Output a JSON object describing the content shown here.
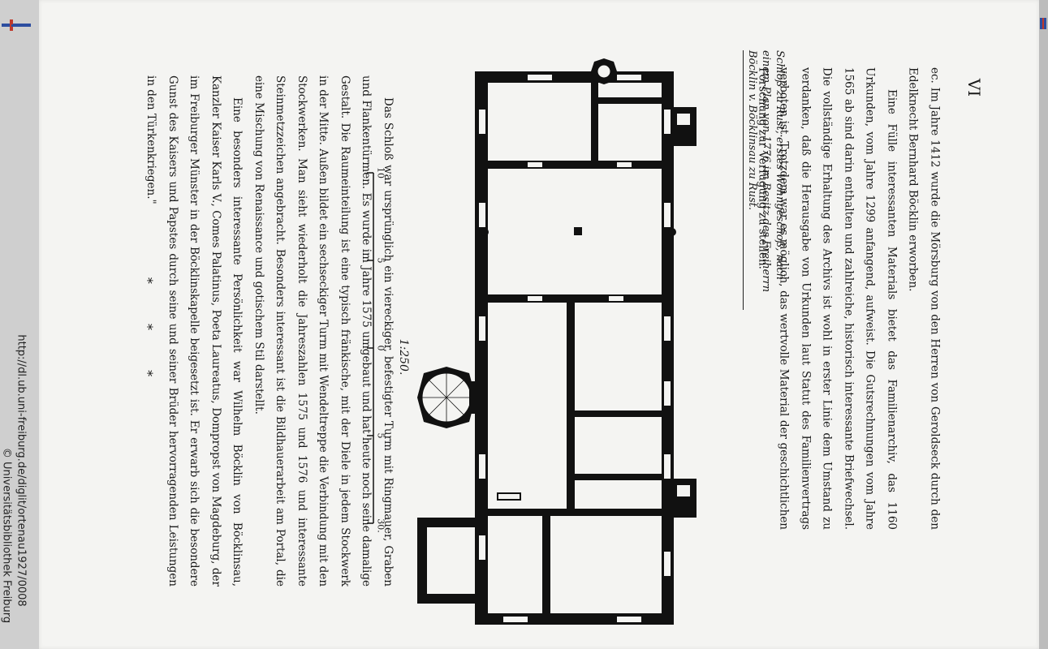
{
  "page_number": "VI",
  "caption": "Schloß zu Rust, erstes Wohngeschoß, nach einem Plan von 1776 im Besitz des Freiherrn Böcklin v. Böcklinsau zu Rust.",
  "text_top": [
    "ec. Im Jahre 1412 wurde die Mörsburg von den Herren von Geroldseck durch den Edelknecht Bernhard Böcklin erworben.",
    "Eine Fülle interessanten Materials bietet das Familienarchiv, das 1160 Urkunden, vom Jahre 1299 anfangend, aufweist. Die Gutsrechnungen vom Jahre 1565 ab sind darin enthalten und zahlreiche, historisch interessante Briefwechsel. Die vollständige Erhaltung des Archivs ist wohl in erster Linie dem Umstand zu verdanken, daß die Herausgabe von Urkunden laut Statut des Familienvertrags verboten ist. Trotzdem war es möglich, das wertvolle Material der geschichtlichen Forschung zur Verfügung zu stellen."
  ],
  "text_bottom": [
    "Das Schloß war ursprünglich ein viereckiger, befestigter Turm mit Ringmauer, Graben und Flankentürmen. Es wurde im Jahre 1575 umgebaut und hat heute noch seine damalige Gestalt. Die Raumeinteilung ist eine typisch fränkische, mit der Diele in jedem Stockwerk in der Mitte. Außen bildet ein sechseckiger Turm mit Wendeltreppe die Verbindung mit den Stockwerken. Man sieht wiederholt die Jahreszahlen 1575 und 1576 und interessante Steinmetzzeichen angebracht. Besonders interessant ist die Bildhauerarbeit am Portal, die eine Mischung von Renaissance und gotischem Stil darstellt.",
    "Eine besonders interessante Persönlichkeit war Wilhelm Böcklin von Böcklinsau, Kanzler Kaiser Karls V., Comes Palatinus, Poeta Laureatus, Dompropst von Magdeburg, der im Freiburger Münster in der Böcklinskapelle beigesetzt ist. Er erwarb sich die besondere Gunst des Kaisers und Papstes durch seine und seiner Brüder hervorragenden Leistungen in den Türkenkriegen.\""
  ],
  "asterisks": "* * *",
  "scale": {
    "ratio": "1:250.",
    "labels": [
      "10",
      "5",
      "0",
      "5",
      "30."
    ]
  },
  "footer": {
    "url": "http://dl.ub.uni-freiburg.de/diglit/ortenau1927/0008",
    "copyright": "© Universitätsbibliothek Freiburg"
  }
}
